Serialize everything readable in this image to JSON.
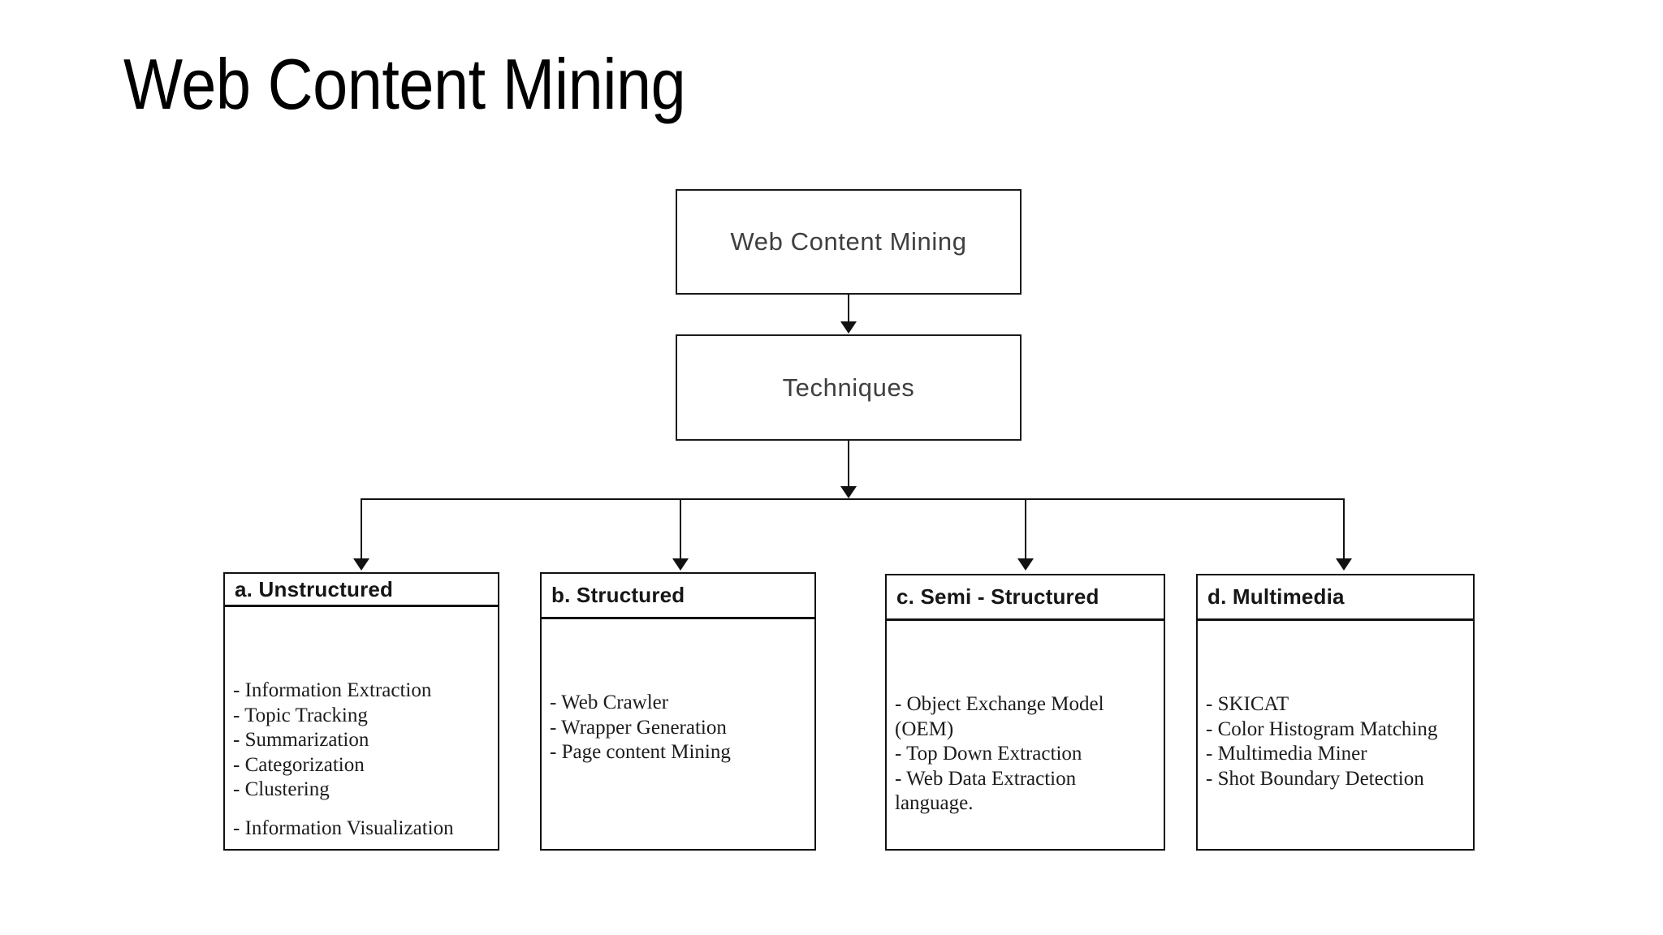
{
  "slide": {
    "title": "Web Content Mining",
    "background_color": "#ffffff",
    "line_color": "#111111"
  },
  "diagram": {
    "type": "flow-tree",
    "root": {
      "label": "Web Content Mining"
    },
    "middle": {
      "label": "Techniques"
    },
    "categories": [
      {
        "key": "unstructured",
        "header": "a. Unstructured",
        "items": [
          "- Information Extraction",
          "- Topic Tracking",
          "- Summarization",
          "- Categorization",
          "- Clustering",
          "- Information Visualization"
        ]
      },
      {
        "key": "structured",
        "header": "b. Structured",
        "items": [
          "- Web Crawler",
          "- Wrapper Generation",
          "- Page content Mining"
        ]
      },
      {
        "key": "semi-structured",
        "header": "c. Semi - Structured",
        "items": [
          "- Object Exchange Model (OEM)",
          "- Top Down Extraction",
          "- Web Data Extraction language."
        ]
      },
      {
        "key": "multimedia",
        "header": "d. Multimedia",
        "items": [
          "- SKICAT",
          "- Color Histogram Matching",
          "- Multimedia Miner",
          "- Shot Boundary Detection"
        ]
      }
    ]
  }
}
